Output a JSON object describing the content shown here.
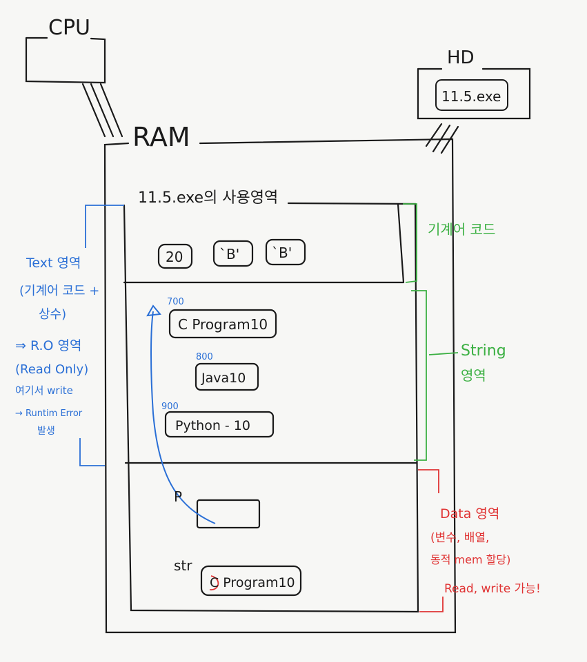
{
  "cpu": {
    "label": "CPU"
  },
  "hd": {
    "label": "HD",
    "file": "11.5.exe"
  },
  "ram": {
    "label": "RAM"
  },
  "process": {
    "label": "11.5.exe의 사용영역"
  },
  "text_segment": {
    "constants": [
      "20",
      "`B'",
      "`B'"
    ],
    "strings": [
      {
        "address": "700",
        "value": "C Program10"
      },
      {
        "address": "800",
        "value": "Java10"
      },
      {
        "address": "900",
        "value": "Python - 10"
      }
    ]
  },
  "data_segment": {
    "pointer_name": "P",
    "array_name": "str",
    "array_value": "C Program10"
  },
  "annotations": {
    "machine_code": "기계어 코드",
    "string_area": [
      "String",
      "영역"
    ],
    "text_area": [
      "Text 영역",
      "(기계어 코드 +",
      "상수)",
      "⇒ R.O 영역",
      "(Read Only)",
      "여기서 write",
      "→ Runtim Error",
      "발생"
    ],
    "data_area": [
      "Data 영역",
      "(변수, 배열,",
      "동적 mem 할당)",
      "Read, write 가능!"
    ]
  },
  "colors": {
    "ink": "#1a1a1a",
    "blue": "#2a6fd6",
    "green": "#3cb043",
    "red": "#e03434"
  }
}
